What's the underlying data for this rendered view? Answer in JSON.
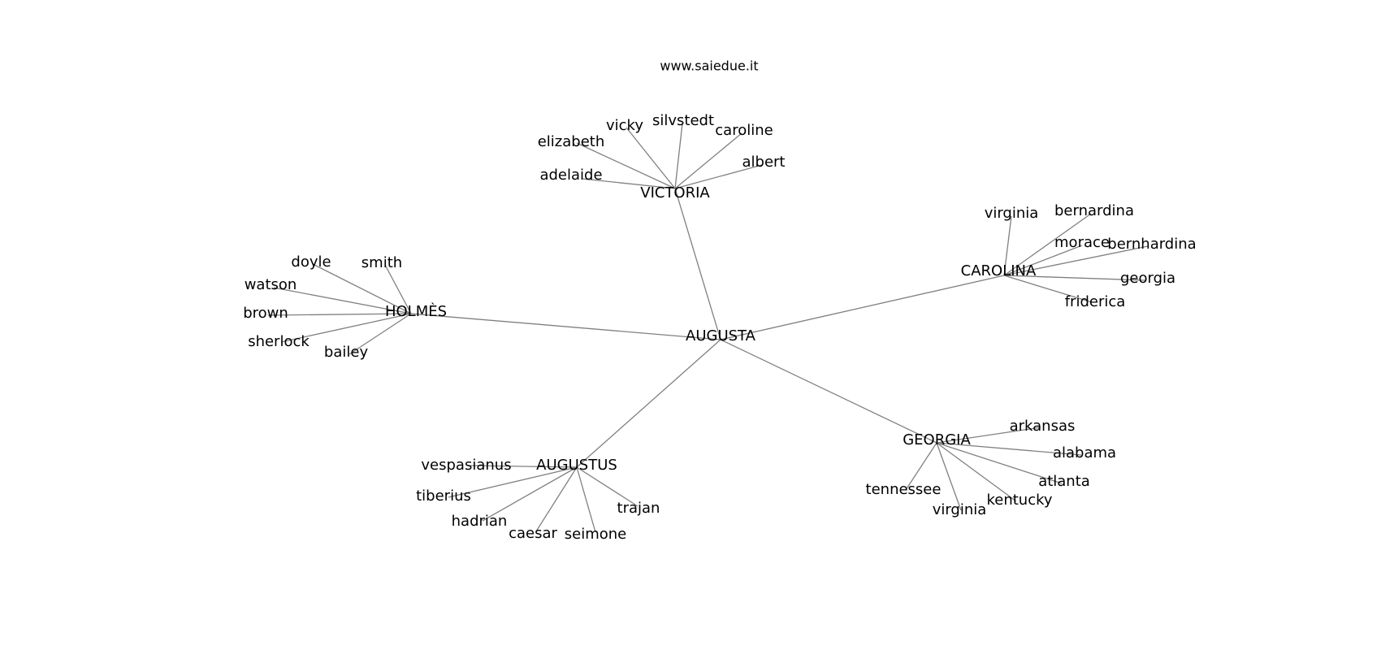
{
  "site": "www.saiedue.it",
  "root": "AUGUSTA",
  "groups": [
    {
      "hub": "VICTORIA",
      "leaves": [
        "adelaide",
        "elizabeth",
        "vicky",
        "silvstedt",
        "caroline",
        "albert"
      ]
    },
    {
      "hub": "CAROLINA",
      "leaves": [
        "virginia",
        "bernardina",
        "morace",
        "bernhardina",
        "georgia",
        "friderica"
      ]
    },
    {
      "hub": "HOLMÈS",
      "leaves": [
        "doyle",
        "smith",
        "watson",
        "brown",
        "sherlock",
        "bailey"
      ]
    },
    {
      "hub": "AUGUSTUS",
      "leaves": [
        "vespasianus",
        "tiberius",
        "hadrian",
        "caesar",
        "seimone",
        "trajan"
      ]
    },
    {
      "hub": "GEORGIA",
      "leaves": [
        "arkansas",
        "alabama",
        "atlanta",
        "kentucky",
        "virginia",
        "tennessee"
      ]
    }
  ]
}
